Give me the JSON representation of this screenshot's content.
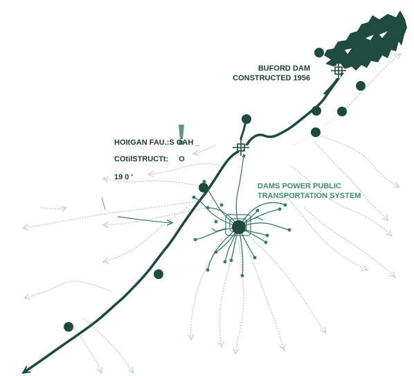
{
  "map": {
    "colors": {
      "river": "#1f4a40",
      "reservoir": "#1f4a40",
      "dam_marker": "#1f4a40",
      "network": "#3e7a66",
      "dispersal": "#c9d3cf",
      "label_dark": "#1f3b35",
      "label_green": "#3e8c6c",
      "background": "#ffffff"
    },
    "labels": {
      "buford_line1": "BUFORD DAM",
      "buford_line2": "CONSTRUCTED 1956",
      "morgan_line1": "HOItGAN FAU.:S OAH _",
      "morgan_line2": "COtilSTRUCTt:",
      "morgan_line2_suffix": "O",
      "morgan_line3": "19 0 '",
      "system_line1": "DAMS POWER PUBLIC",
      "system_line2": "TRANSPORTATION SYSTEM"
    },
    "icons": {
      "dam": "dam-cross-icon",
      "node": "circle-node-icon",
      "hub": "hub-node-icon",
      "arrow": "arrow-icon"
    }
  }
}
